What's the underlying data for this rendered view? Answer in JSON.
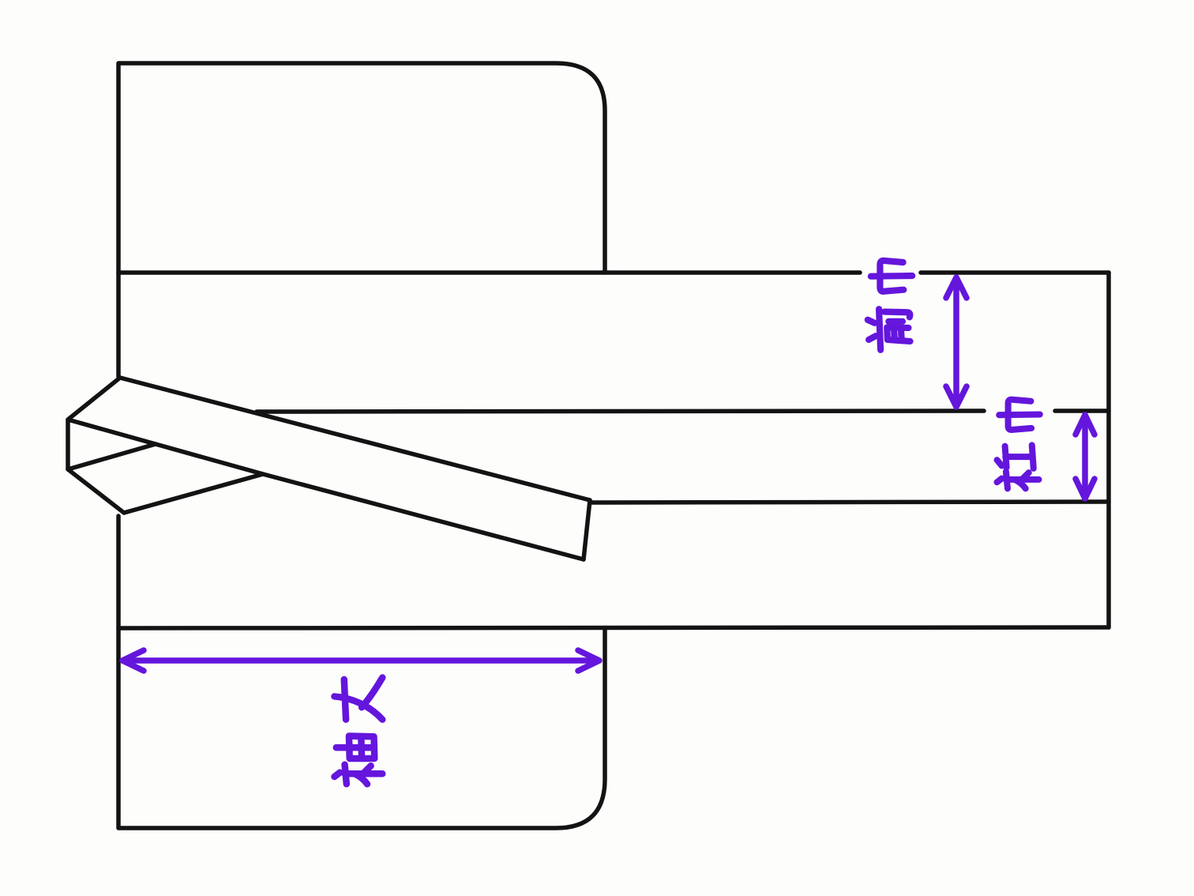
{
  "page": {
    "background_color": "#FDFDFC"
  },
  "diagram": {
    "ink_color": "#131313",
    "annotation_color": "#6416DC",
    "labels": {
      "maehaba": {
        "text": "前巾"
      },
      "okumihaba": {
        "text": "衽巾"
      },
      "sodetake": {
        "text": "袖丈"
      }
    }
  }
}
